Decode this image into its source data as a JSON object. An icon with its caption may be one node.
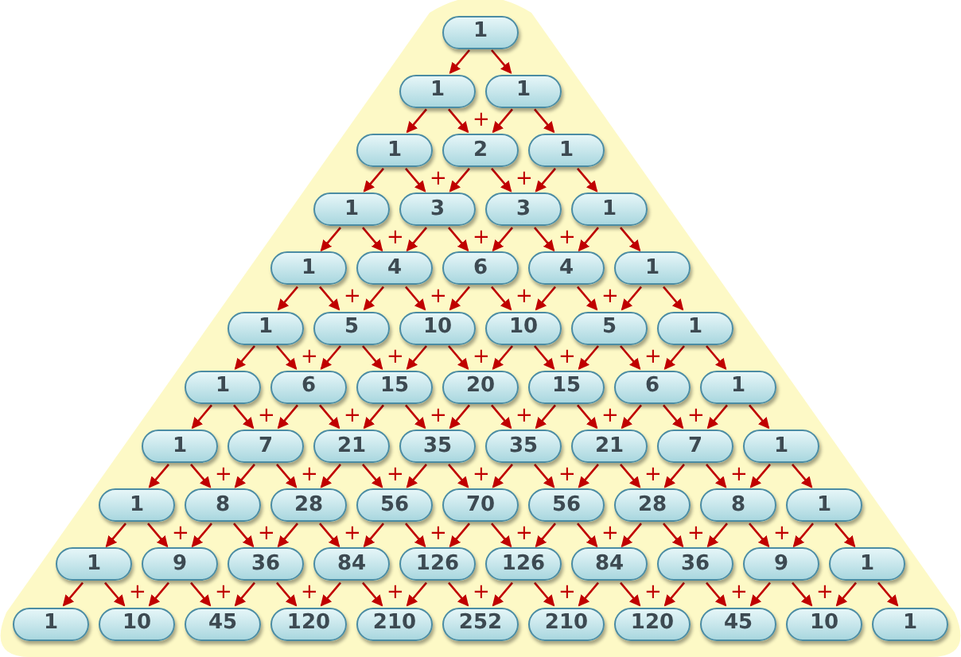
{
  "diagram": {
    "nodes": [
      {
        "text": [
          "1"
        ]
      },
      {
        "text": [
          "1"
        ]
      },
      {
        "text": [
          "1"
        ]
      },
      {
        "text": [
          "1"
        ]
      },
      {
        "text": [
          "2"
        ]
      },
      {
        "text": [
          "1"
        ]
      },
      {
        "text": [
          "1"
        ]
      },
      {
        "text": [
          "3"
        ]
      },
      {
        "text": [
          "3"
        ]
      },
      {
        "text": [
          "1"
        ]
      },
      {
        "text": [
          "1"
        ]
      },
      {
        "text": [
          "4"
        ]
      },
      {
        "text": [
          "6"
        ]
      },
      {
        "text": [
          "4"
        ]
      },
      {
        "text": [
          "1"
        ]
      },
      {
        "text": [
          "1"
        ]
      },
      {
        "text": [
          "5"
        ]
      },
      {
        "text": [
          "10"
        ]
      },
      {
        "text": [
          "10"
        ]
      },
      {
        "text": [
          "5"
        ]
      },
      {
        "text": [
          "1"
        ]
      },
      {
        "text": [
          "1"
        ]
      },
      {
        "text": [
          "6"
        ]
      },
      {
        "text": [
          "15"
        ]
      },
      {
        "text": [
          "20"
        ]
      },
      {
        "text": [
          "15"
        ]
      },
      {
        "text": [
          "6"
        ]
      },
      {
        "text": [
          "1"
        ]
      },
      {
        "text": [
          "1"
        ]
      },
      {
        "text": [
          "7"
        ]
      },
      {
        "text": [
          "21"
        ]
      },
      {
        "text": [
          "35"
        ]
      },
      {
        "text": [
          "35"
        ]
      },
      {
        "text": [
          "21"
        ]
      },
      {
        "text": [
          "7"
        ]
      },
      {
        "text": [
          "1"
        ]
      },
      {
        "text": [
          "1"
        ]
      },
      {
        "text": [
          "8"
        ]
      },
      {
        "text": [
          "28"
        ]
      },
      {
        "text": [
          "56"
        ]
      },
      {
        "text": [
          "70"
        ]
      },
      {
        "text": [
          "56"
        ]
      },
      {
        "text": [
          "28"
        ]
      },
      {
        "text": [
          "8"
        ]
      },
      {
        "text": [
          "1"
        ]
      },
      {
        "text": [
          "1"
        ]
      },
      {
        "text": [
          "9"
        ]
      },
      {
        "text": [
          "36"
        ]
      },
      {
        "text": [
          "84"
        ]
      },
      {
        "text": [
          "126"
        ]
      },
      {
        "text": [
          "126"
        ]
      },
      {
        "text": [
          "84"
        ]
      },
      {
        "text": [
          "36"
        ]
      },
      {
        "text": [
          "9"
        ]
      },
      {
        "text": [
          "1"
        ]
      },
      {
        "text": [
          "1"
        ]
      },
      {
        "text": [
          "10"
        ]
      },
      {
        "text": [
          "45"
        ]
      },
      {
        "text": [
          "120"
        ]
      },
      {
        "text": [
          "210"
        ]
      },
      {
        "text": [
          "252"
        ]
      },
      {
        "text": [
          "210"
        ]
      },
      {
        "text": [
          "120"
        ]
      },
      {
        "text": [
          "45"
        ]
      },
      {
        "text": [
          "10"
        ]
      },
      {
        "text": [
          "1"
        ]
      }
    ],
    "edges": [
      {
        "from": 0,
        "to": 1,
        "arrow": "to"
      },
      {
        "from": 0,
        "to": 2,
        "arrow": "to"
      },
      {
        "from": 1,
        "to": 3,
        "arrow": "to"
      },
      {
        "from": 1,
        "to": 4,
        "arrow": "to"
      },
      {
        "from": 2,
        "to": 4,
        "arrow": "to"
      },
      {
        "from": 2,
        "to": 5,
        "arrow": "to"
      },
      {
        "from": 3,
        "to": 6,
        "arrow": "to"
      },
      {
        "from": 3,
        "to": 7,
        "arrow": "to"
      },
      {
        "from": 4,
        "to": 7,
        "arrow": "to"
      },
      {
        "from": 4,
        "to": 8,
        "arrow": "to"
      },
      {
        "from": 5,
        "to": 8,
        "arrow": "to"
      },
      {
        "from": 5,
        "to": 9,
        "arrow": "to"
      },
      {
        "from": 6,
        "to": 10,
        "arrow": "to"
      },
      {
        "from": 6,
        "to": 11,
        "arrow": "to"
      },
      {
        "from": 7,
        "to": 11,
        "arrow": "to"
      },
      {
        "from": 7,
        "to": 12,
        "arrow": "to"
      },
      {
        "from": 8,
        "to": 12,
        "arrow": "to"
      },
      {
        "from": 8,
        "to": 13,
        "arrow": "to"
      },
      {
        "from": 9,
        "to": 13,
        "arrow": "to"
      },
      {
        "from": 9,
        "to": 14,
        "arrow": "to"
      },
      {
        "from": 10,
        "to": 15,
        "arrow": "to"
      },
      {
        "from": 10,
        "to": 16,
        "arrow": "to"
      },
      {
        "from": 11,
        "to": 16,
        "arrow": "to"
      },
      {
        "from": 11,
        "to": 17,
        "arrow": "to"
      },
      {
        "from": 12,
        "to": 17,
        "arrow": "to"
      },
      {
        "from": 12,
        "to": 18,
        "arrow": "to"
      },
      {
        "from": 13,
        "to": 18,
        "arrow": "to"
      },
      {
        "from": 13,
        "to": 19,
        "arrow": "to"
      },
      {
        "from": 14,
        "to": 19,
        "arrow": "to"
      },
      {
        "from": 14,
        "to": 20,
        "arrow": "to"
      },
      {
        "from": 15,
        "to": 21,
        "arrow": "to"
      },
      {
        "from": 15,
        "to": 22,
        "arrow": "to"
      },
      {
        "from": 16,
        "to": 22,
        "arrow": "to"
      },
      {
        "from": 16,
        "to": 23,
        "arrow": "to"
      },
      {
        "from": 17,
        "to": 23,
        "arrow": "to"
      },
      {
        "from": 17,
        "to": 24,
        "arrow": "to"
      },
      {
        "from": 18,
        "to": 24,
        "arrow": "to"
      },
      {
        "from": 18,
        "to": 25,
        "arrow": "to"
      },
      {
        "from": 19,
        "to": 25,
        "arrow": "to"
      },
      {
        "from": 19,
        "to": 26,
        "arrow": "to"
      },
      {
        "from": 20,
        "to": 26,
        "arrow": "to"
      },
      {
        "from": 20,
        "to": 27,
        "arrow": "to"
      },
      {
        "from": 21,
        "to": 28,
        "arrow": "to"
      },
      {
        "from": 21,
        "to": 29,
        "arrow": "to"
      },
      {
        "from": 22,
        "to": 29,
        "arrow": "to"
      },
      {
        "from": 22,
        "to": 30,
        "arrow": "to"
      },
      {
        "from": 23,
        "to": 30,
        "arrow": "to"
      },
      {
        "from": 23,
        "to": 31,
        "arrow": "to"
      },
      {
        "from": 24,
        "to": 31,
        "arrow": "to"
      },
      {
        "from": 24,
        "to": 32,
        "arrow": "to"
      },
      {
        "from": 25,
        "to": 32,
        "arrow": "to"
      },
      {
        "from": 25,
        "to": 33,
        "arrow": "to"
      },
      {
        "from": 26,
        "to": 33,
        "arrow": "to"
      },
      {
        "from": 26,
        "to": 34,
        "arrow": "to"
      },
      {
        "from": 27,
        "to": 34,
        "arrow": "to"
      },
      {
        "from": 27,
        "to": 35,
        "arrow": "to"
      },
      {
        "from": 28,
        "to": 36,
        "arrow": "to"
      },
      {
        "from": 28,
        "to": 37,
        "arrow": "to"
      },
      {
        "from": 29,
        "to": 37,
        "arrow": "to"
      },
      {
        "from": 29,
        "to": 38,
        "arrow": "to"
      },
      {
        "from": 30,
        "to": 38,
        "arrow": "to"
      },
      {
        "from": 30,
        "to": 39,
        "arrow": "to"
      },
      {
        "from": 31,
        "to": 39,
        "arrow": "to"
      },
      {
        "from": 31,
        "to": 40,
        "arrow": "to"
      },
      {
        "from": 32,
        "to": 40,
        "arrow": "to"
      },
      {
        "from": 32,
        "to": 41,
        "arrow": "to"
      },
      {
        "from": 33,
        "to": 41,
        "arrow": "to"
      },
      {
        "from": 33,
        "to": 42,
        "arrow": "to"
      },
      {
        "from": 34,
        "to": 42,
        "arrow": "to"
      },
      {
        "from": 34,
        "to": 43,
        "arrow": "to"
      },
      {
        "from": 35,
        "to": 43,
        "arrow": "to"
      },
      {
        "from": 35,
        "to": 44,
        "arrow": "to"
      },
      {
        "from": 36,
        "to": 45,
        "arrow": "to"
      },
      {
        "from": 36,
        "to": 46,
        "arrow": "to"
      },
      {
        "from": 37,
        "to": 46,
        "arrow": "to"
      },
      {
        "from": 37,
        "to": 47,
        "arrow": "to"
      },
      {
        "from": 38,
        "to": 47,
        "arrow": "to"
      },
      {
        "from": 38,
        "to": 48,
        "arrow": "to"
      },
      {
        "from": 39,
        "to": 48,
        "arrow": "to"
      },
      {
        "from": 39,
        "to": 49,
        "arrow": "to"
      },
      {
        "from": 40,
        "to": 49,
        "arrow": "to"
      },
      {
        "from": 40,
        "to": 50,
        "arrow": "to"
      },
      {
        "from": 41,
        "to": 50,
        "arrow": "to"
      },
      {
        "from": 41,
        "to": 51,
        "arrow": "to"
      },
      {
        "from": 42,
        "to": 51,
        "arrow": "to"
      },
      {
        "from": 42,
        "to": 52,
        "arrow": "to"
      },
      {
        "from": 43,
        "to": 52,
        "arrow": "to"
      },
      {
        "from": 43,
        "to": 53,
        "arrow": "to"
      },
      {
        "from": 44,
        "to": 53,
        "arrow": "to"
      },
      {
        "from": 44,
        "to": 54,
        "arrow": "to"
      },
      {
        "from": 45,
        "to": 55,
        "arrow": "to"
      },
      {
        "from": 45,
        "to": 56,
        "arrow": "to"
      },
      {
        "from": 46,
        "to": 56,
        "arrow": "to"
      },
      {
        "from": 46,
        "to": 57,
        "arrow": "to"
      },
      {
        "from": 47,
        "to": 57,
        "arrow": "to"
      },
      {
        "from": 47,
        "to": 58,
        "arrow": "to"
      },
      {
        "from": 48,
        "to": 58,
        "arrow": "to"
      },
      {
        "from": 48,
        "to": 59,
        "arrow": "to"
      },
      {
        "from": 49,
        "to": 59,
        "arrow": "to"
      },
      {
        "from": 49,
        "to": 60,
        "arrow": "to"
      },
      {
        "from": 50,
        "to": 60,
        "arrow": "to"
      },
      {
        "from": 50,
        "to": 61,
        "arrow": "to"
      },
      {
        "from": 51,
        "to": 61,
        "arrow": "to"
      },
      {
        "from": 51,
        "to": 62,
        "arrow": "to"
      },
      {
        "from": 52,
        "to": 62,
        "arrow": "to"
      },
      {
        "from": 52,
        "to": 63,
        "arrow": "to"
      },
      {
        "from": 53,
        "to": 63,
        "arrow": "to"
      },
      {
        "from": 53,
        "to": 64,
        "arrow": "to"
      },
      {
        "from": 54,
        "to": 64,
        "arrow": "to"
      },
      {
        "from": 54,
        "to": 65,
        "arrow": "to"
      }
    ],
    "labels": [
      "+",
      "+",
      "+",
      "+",
      "+",
      "+",
      "+",
      "+",
      "+",
      "+",
      "+",
      "+",
      "+",
      "+",
      "+",
      "+",
      "+",
      "+",
      "+",
      "+",
      "+",
      "+",
      "+",
      "+",
      "+",
      "+",
      "+",
      "+",
      "+",
      "+",
      "+",
      "+",
      "+",
      "+",
      "+",
      "+",
      "+",
      "+",
      "+",
      "+",
      "+",
      "+",
      "+",
      "+",
      "+"
    ]
  }
}
